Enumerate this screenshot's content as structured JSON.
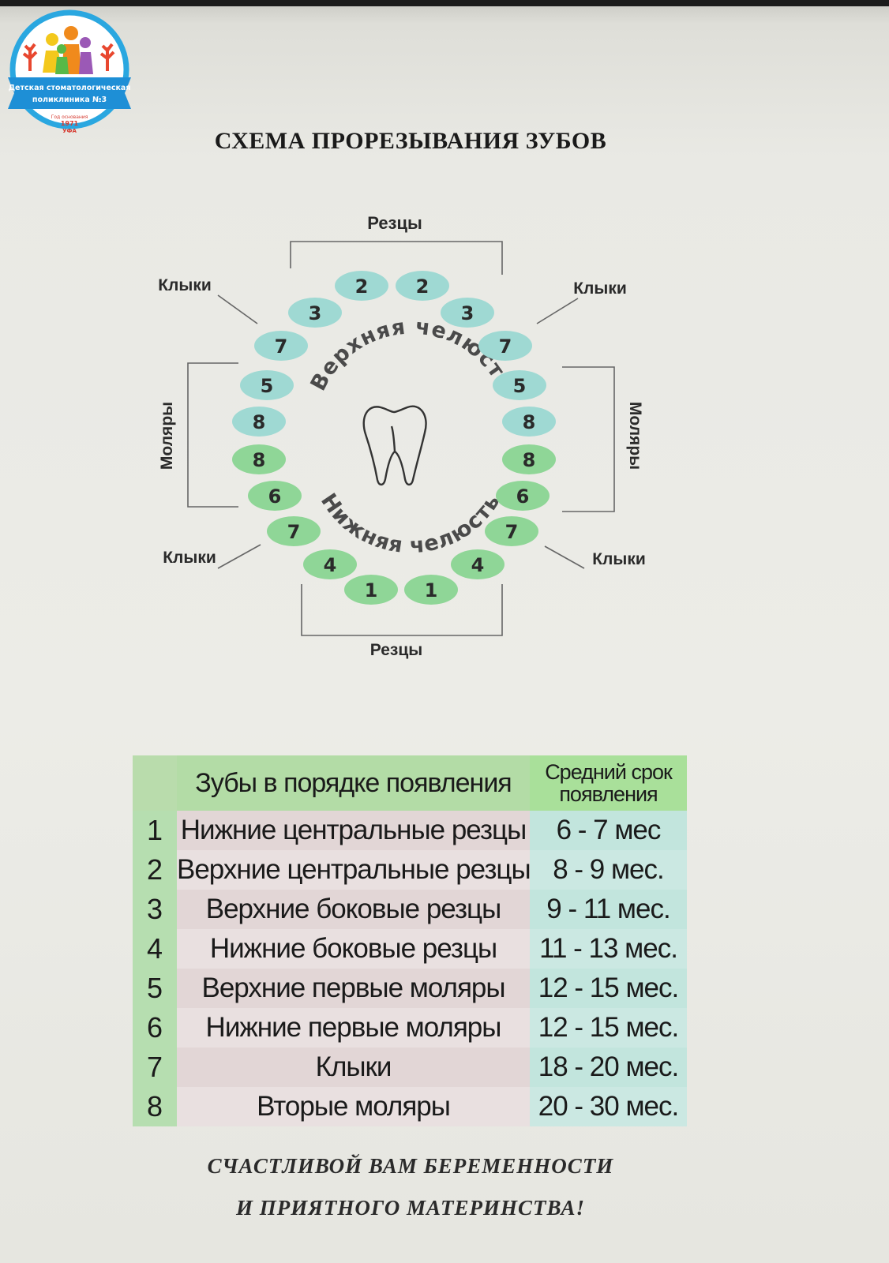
{
  "logo": {
    "line1": "Детская стоматологическая",
    "line2": "поликлиника №3",
    "line3": "Год основания",
    "line4": "1971",
    "line5": "УФА"
  },
  "title": "СХЕМА ПРОРЕЗЫВАНИЯ ЗУБОВ",
  "diagram": {
    "labels": {
      "incisors_top": "Резцы",
      "incisors_bottom": "Резцы",
      "canines_tl": "Клыки",
      "canines_tr": "Клыки",
      "canines_bl": "Клыки",
      "canines_br": "Клыки",
      "molars_left": "Моляры",
      "molars_right": "Моляры",
      "upper_jaw": "Верхняя челюсть",
      "lower_jaw": "Нижняя челюсть"
    },
    "upper_teeth": [
      {
        "num": "2"
      },
      {
        "num": "2"
      },
      {
        "num": "3"
      },
      {
        "num": "3"
      },
      {
        "num": "7"
      },
      {
        "num": "7"
      },
      {
        "num": "5"
      },
      {
        "num": "5"
      },
      {
        "num": "8"
      },
      {
        "num": "8"
      }
    ],
    "lower_teeth": [
      {
        "num": "8"
      },
      {
        "num": "8"
      },
      {
        "num": "6"
      },
      {
        "num": "6"
      },
      {
        "num": "7"
      },
      {
        "num": "7"
      },
      {
        "num": "4"
      },
      {
        "num": "4"
      },
      {
        "num": "1"
      },
      {
        "num": "1"
      }
    ],
    "colors": {
      "upper": "#9fd9d3",
      "lower": "#8fd697",
      "lines": "#666666"
    }
  },
  "table": {
    "header_name": "Зубы в порядке появления",
    "header_term": "Средний срок появления",
    "rows": [
      {
        "num": "1",
        "name": "Нижние центральные резцы",
        "term": "6 - 7 мес"
      },
      {
        "num": "2",
        "name": "Верхние центральные резцы",
        "term": "8 - 9 мес."
      },
      {
        "num": "3",
        "name": "Верхние боковые резцы",
        "term": "9 - 11 мес."
      },
      {
        "num": "4",
        "name": "Нижние боковые резцы",
        "term": "11 - 13 мес."
      },
      {
        "num": "5",
        "name": "Верхние первые моляры",
        "term": "12 - 15 мес."
      },
      {
        "num": "6",
        "name": "Нижние первые моляры",
        "term": "12 - 15 мес."
      },
      {
        "num": "7",
        "name": "Клыки",
        "term": "18 - 20 мес."
      },
      {
        "num": "8",
        "name": "Вторые моляры",
        "term": "20 - 30 мес."
      }
    ]
  },
  "footer": {
    "line1": "СЧАСТЛИВОЙ ВАМ БЕРЕМЕННОСТИ",
    "line2": "И ПРИЯТНОГО МАТЕРИНСТВА!"
  }
}
